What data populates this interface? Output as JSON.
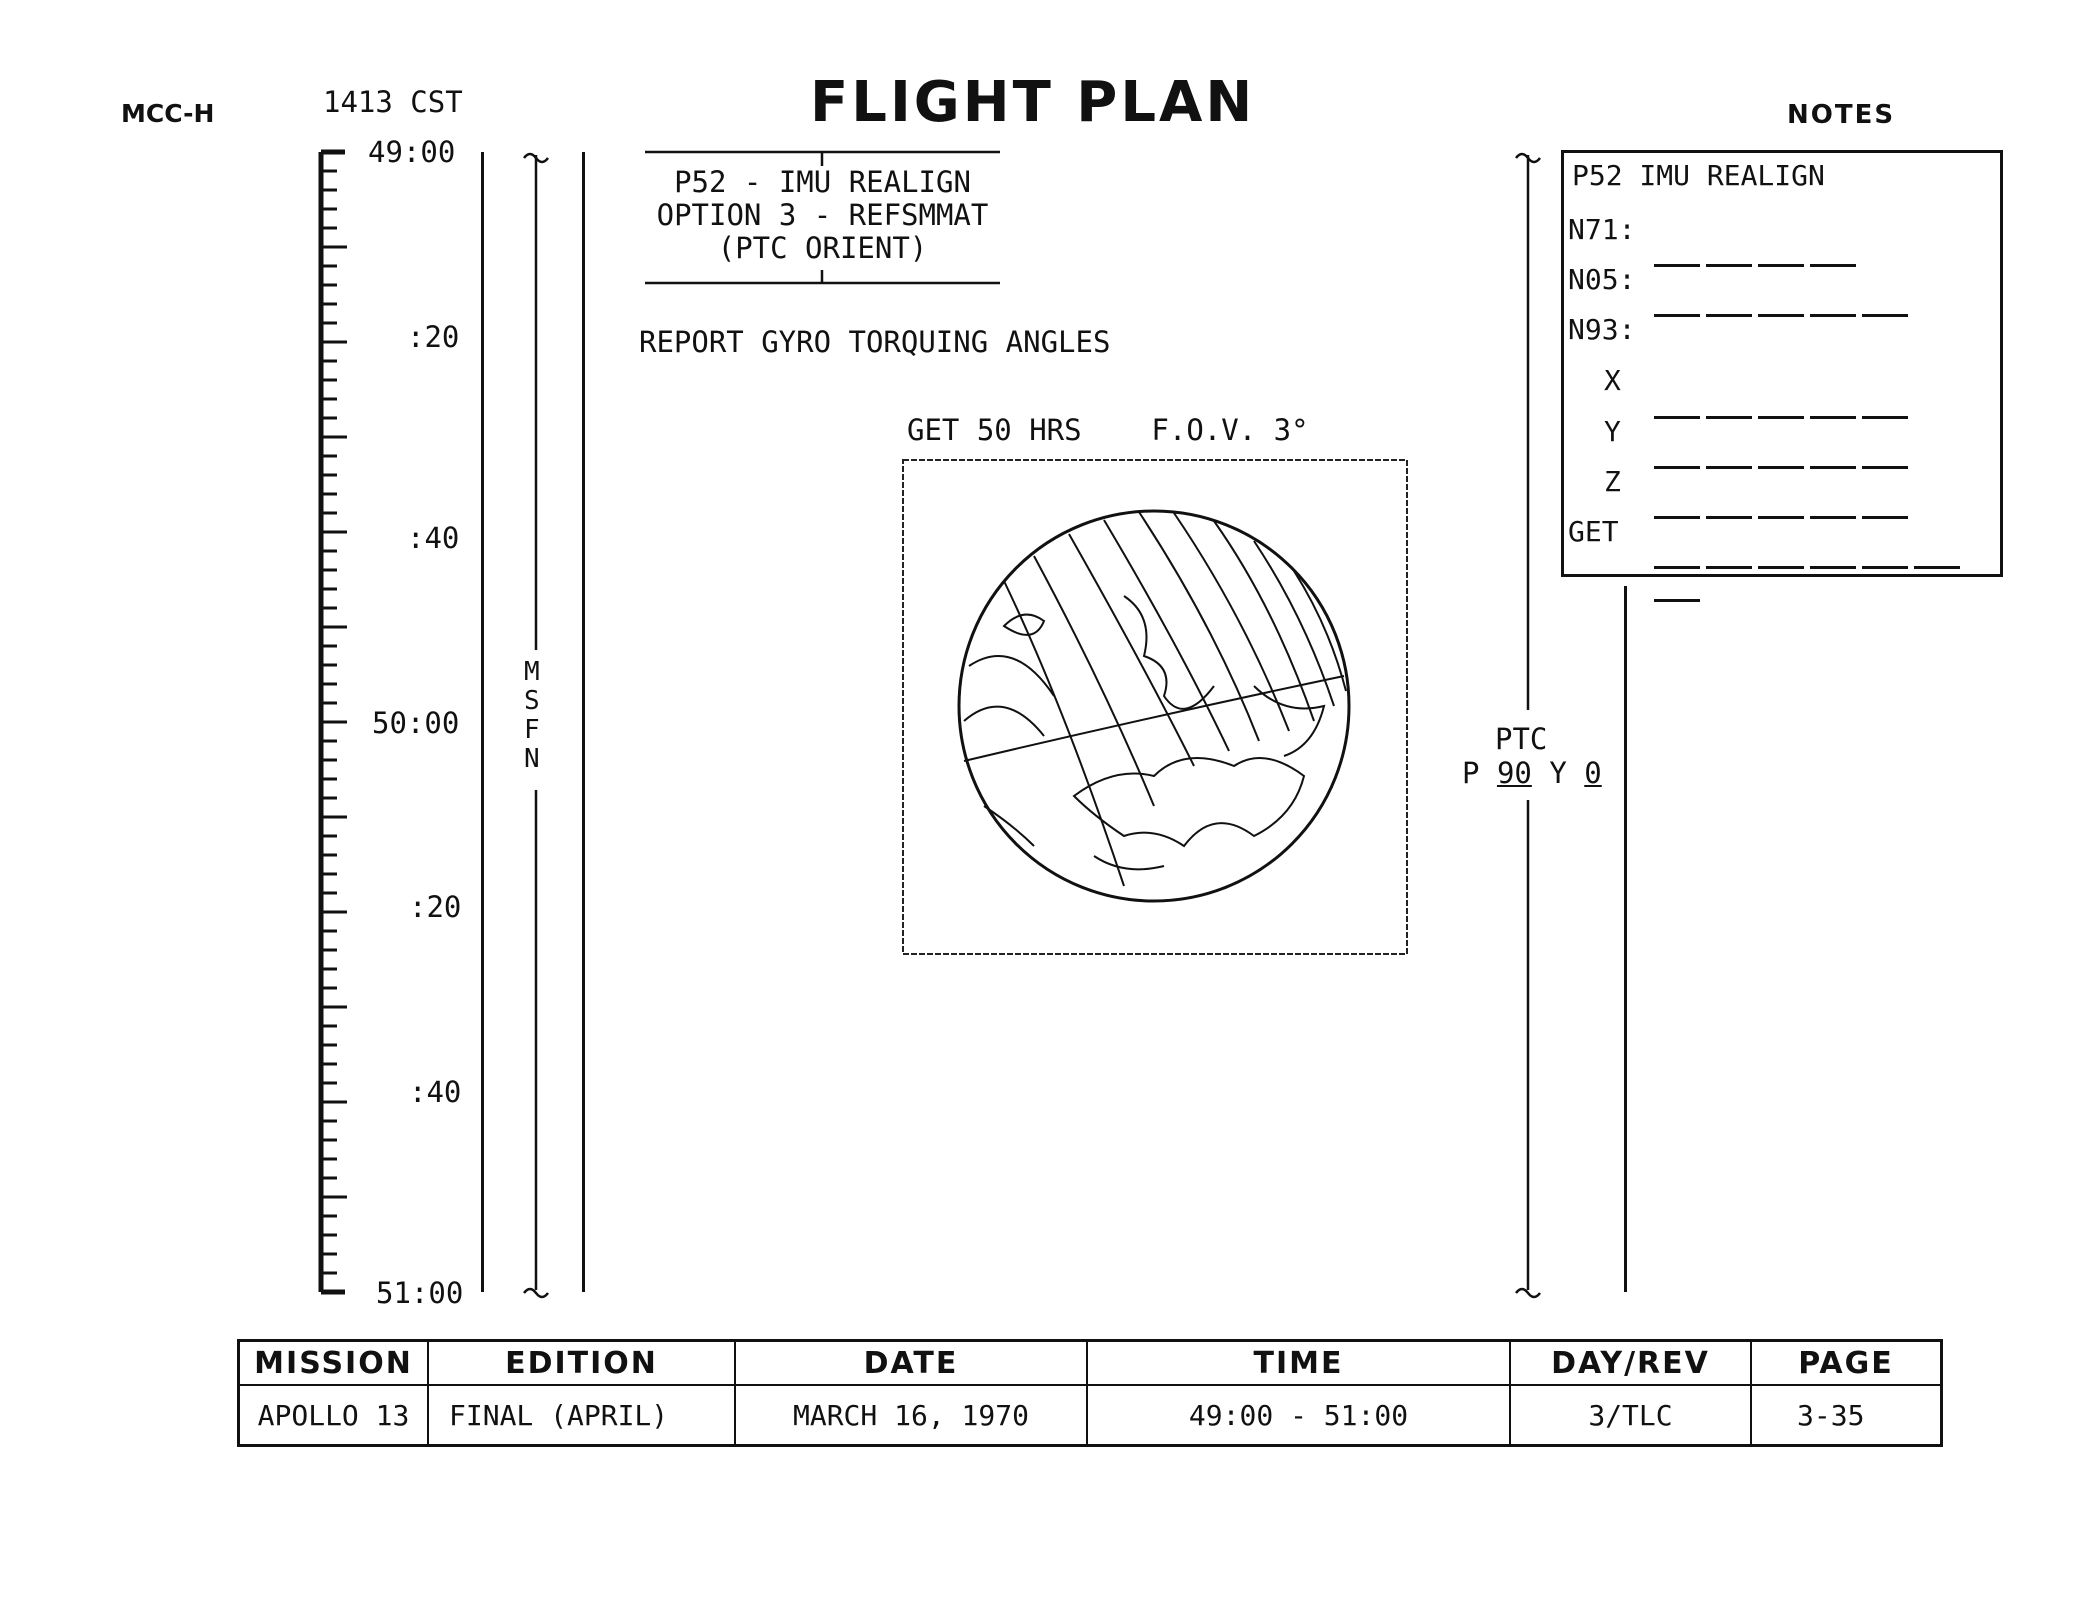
{
  "header": {
    "org": "MCC-H",
    "time": "1413 CST",
    "title": "FLIGHT PLAN",
    "notes_label": "NOTES"
  },
  "timeline": {
    "labels": [
      "49:00",
      ":20",
      ":40",
      "50:00",
      ":20",
      ":40",
      "51:00"
    ],
    "start": "49:00",
    "end": "51:00",
    "minor_tick_minutes": 2,
    "major_tick_minutes": 10
  },
  "station": {
    "letters": [
      "M",
      "S",
      "F",
      "N"
    ]
  },
  "activity": {
    "line1": "P52 - IMU REALIGN",
    "line2": "OPTION 3 - REFSMMAT",
    "line3": "(PTC ORIENT)",
    "report": "REPORT GYRO TORQUING ANGLES",
    "earth_caption": "GET 50 HRS    F.O.V. 3°"
  },
  "ptc": {
    "label": "PTC",
    "p_label": "P",
    "p_value": "90",
    "y_label": "Y",
    "y_value": "0"
  },
  "notes": {
    "title": "P52 IMU REALIGN",
    "rows": [
      {
        "label": "N71:"
      },
      {
        "label": "N05:"
      },
      {
        "label": "N93:"
      },
      {
        "label": "X"
      },
      {
        "label": "Y"
      },
      {
        "label": "Z"
      },
      {
        "label": "GET"
      }
    ]
  },
  "footer": {
    "headers": [
      "MISSION",
      "EDITION",
      "DATE",
      "TIME",
      "DAY/REV",
      "PAGE"
    ],
    "values": [
      "APOLLO 13",
      "FINAL (APRIL)",
      "MARCH 16, 1970",
      "49:00 - 51:00",
      "3/TLC",
      "3-35"
    ]
  }
}
